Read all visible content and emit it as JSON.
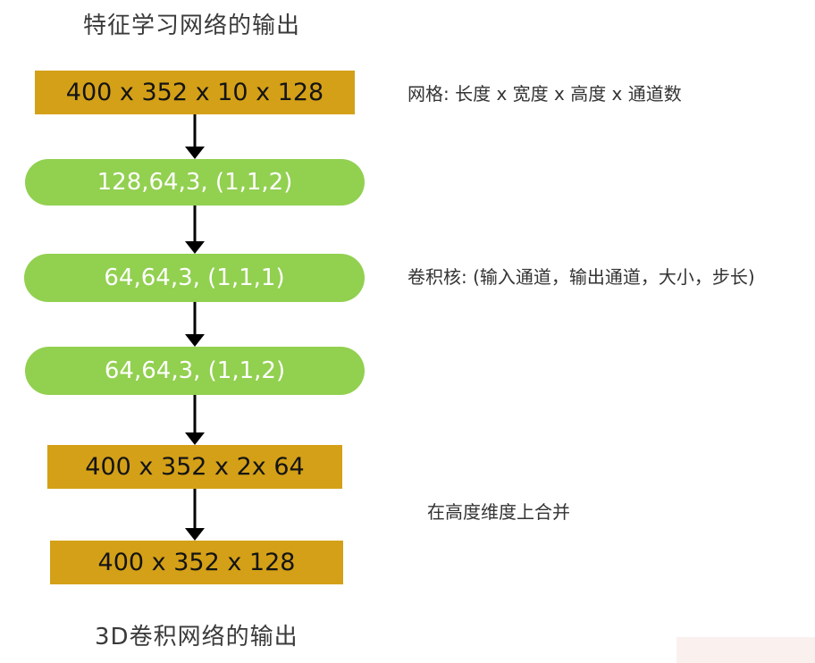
{
  "diagram": {
    "title_top": "特征学习网络的输出",
    "title_bottom": "3D卷积网络的输出",
    "nodes": [
      {
        "id": "input-tensor",
        "kind": "tensor",
        "label": "400 x 352 x 10 x 128"
      },
      {
        "id": "conv-layer-1",
        "kind": "conv",
        "label": "128,64,3, (1,1,2)"
      },
      {
        "id": "conv-layer-2",
        "kind": "conv",
        "label": "64,64,3, (1,1,1)"
      },
      {
        "id": "conv-layer-3",
        "kind": "conv",
        "label": "64,64,3, (1,1,2)"
      },
      {
        "id": "merged-tensor",
        "kind": "tensor",
        "label": "400 x 352 x 2x 64"
      },
      {
        "id": "output-tensor",
        "kind": "tensor",
        "label": "400 x 352 x 128"
      }
    ],
    "annotations": [
      "网格: 长度 x 宽度 x 高度 x 通道数",
      "卷积核: (输入通道，输出通道，大小，步长)",
      "在高度维度上合并"
    ],
    "colors": {
      "tensor_box": "#d4a017",
      "conv_box": "#92d050",
      "arrow": "#000000",
      "title_text": "#3a3a3a",
      "conv_text": "#ffffff",
      "tensor_text": "#141414",
      "watermark": "#faf1ef"
    }
  }
}
